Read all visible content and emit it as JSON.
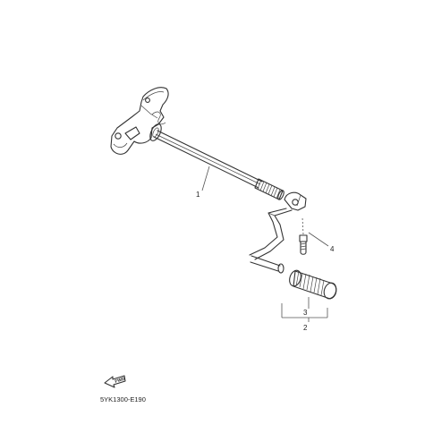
{
  "diagram": {
    "drawing_code": "5YK1300-E190",
    "direction_arrow": {
      "icon": "fwd-arrow-icon",
      "label": "FWD"
    },
    "callouts": [
      {
        "id": "callout-1",
        "label": "1"
      },
      {
        "id": "callout-2",
        "label": "2"
      },
      {
        "id": "callout-3",
        "label": "3"
      },
      {
        "id": "callout-4",
        "label": "4"
      }
    ]
  }
}
